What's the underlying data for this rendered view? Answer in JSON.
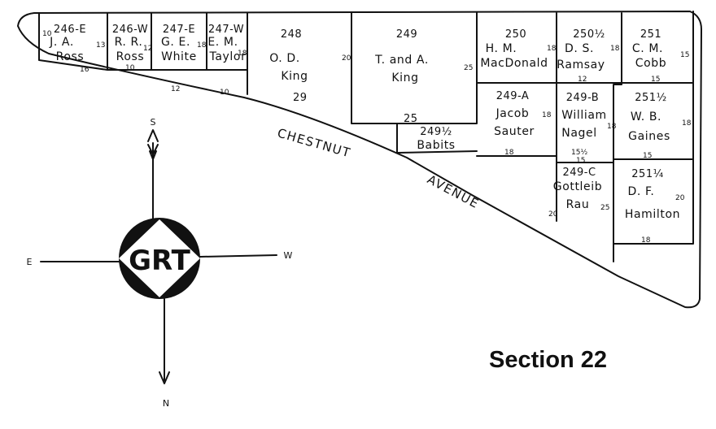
{
  "title": "Section 22",
  "street": {
    "name_part1": "CHESTNUT",
    "name_part2": "AVENUE"
  },
  "compass": {
    "monogram": "GRT",
    "south": "S",
    "north": "N",
    "east": "E",
    "west": "W"
  },
  "lots": [
    {
      "id": "246-E",
      "owner_line1": "J. A.",
      "owner_line2": "Ross"
    },
    {
      "id": "246-W",
      "owner_line1": "R. R.",
      "owner_line2": "Ross"
    },
    {
      "id": "247-E",
      "owner_line1": "G. E.",
      "owner_line2": "White"
    },
    {
      "id": "247-W",
      "owner_line1": "E. M.",
      "owner_line2": "Taylor"
    },
    {
      "id": "248",
      "owner_line1": "O. D.",
      "owner_line2": "King"
    },
    {
      "id": "249",
      "owner_line1": "T. and A.",
      "owner_line2": "King"
    },
    {
      "id": "249½",
      "owner_line1": "Babits"
    },
    {
      "id": "250",
      "owner_line1": "H. M.",
      "owner_line2": "MacDonald"
    },
    {
      "id": "250½",
      "owner_line1": "D. S.",
      "owner_line2": "Ramsay"
    },
    {
      "id": "251",
      "owner_line1": "C. M.",
      "owner_line2": "Cobb"
    },
    {
      "id": "249-A",
      "owner_line1": "Jacob",
      "owner_line2": "Sauter"
    },
    {
      "id": "249-B",
      "owner_line1": "William",
      "owner_line2": "Nagel"
    },
    {
      "id": "251½",
      "owner_line1": "W. B.",
      "owner_line2": "Gaines"
    },
    {
      "id": "249-C",
      "owner_line1": "Gottleib",
      "owner_line2": "Rau"
    },
    {
      "id": "251¼",
      "owner_line1": "D. F.",
      "owner_line2": "Hamilton"
    }
  ],
  "dimensions": {
    "d1": "10",
    "d2": "13",
    "d3": "16",
    "d4": "12",
    "d5": "10",
    "d6": "18",
    "d7": "12",
    "d8": "18",
    "d9": "10",
    "d10": "20",
    "d11": "29",
    "d12": "25",
    "d13": "25",
    "d14": "18",
    "d15": "18",
    "d16": "15",
    "d17": "12",
    "d18": "15",
    "d19": "18",
    "d20": "18",
    "d21": "18",
    "d22": "18",
    "d23": "15½",
    "d24": "15",
    "d25": "15",
    "d26": "20",
    "d27": "25",
    "d28": "20",
    "d29": "18"
  }
}
